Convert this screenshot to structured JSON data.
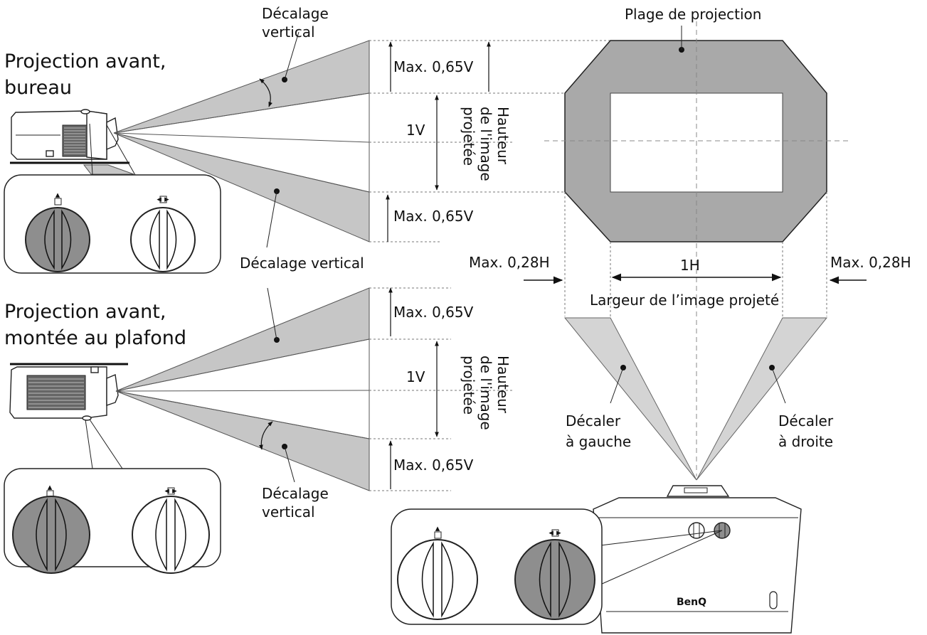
{
  "sections": {
    "desk_title_line1": "Projection avant,",
    "desk_title_line2": "bureau",
    "ceiling_title_line1": "Projection avant,",
    "ceiling_title_line2": "montée au plafond"
  },
  "labels": {
    "vertical_shift_line1": "Décalage",
    "vertical_shift_line2": "vertical",
    "vertical_shift_single": "Décalage vertical",
    "max_v": "Max. 0,65V",
    "one_v": "1V",
    "height_line1": "Hauteur",
    "height_line2": "de l'image",
    "height_line3": "projetée",
    "projection_range": "Plage de projection",
    "max_h": "Max. 0,28H",
    "one_h": "1H",
    "width_label": "Largeur de l’image projeté",
    "shift_left_line1": "Décaler",
    "shift_left_line2": "à gauche",
    "shift_right_line1": "Décaler",
    "shift_right_line2": "à droite",
    "brand": "BenQ"
  },
  "icons": [
    "vertical-shift-dial-icon",
    "horizontal-shift-dial-icon"
  ],
  "colors": {
    "range_fill": "#a9a9a9",
    "beam_fill": "#c6c6c6",
    "dial_active": "#8e8e8e",
    "line": "#111111"
  }
}
